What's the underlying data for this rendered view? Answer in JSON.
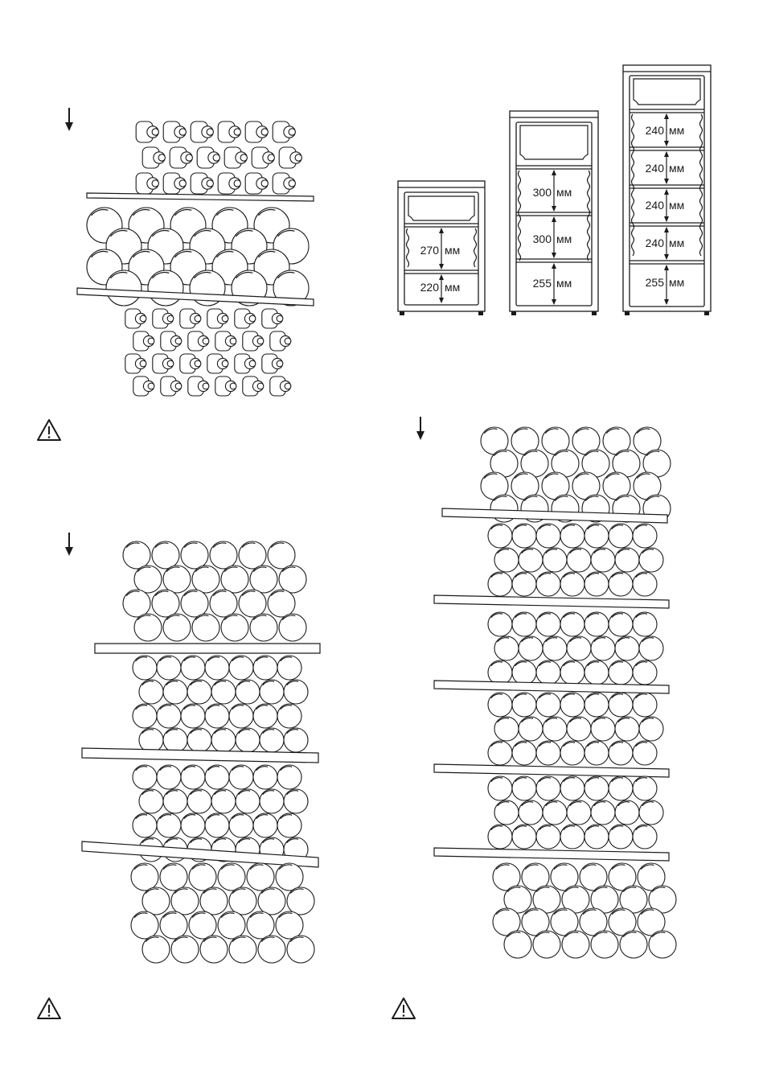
{
  "diagram": {
    "unit": "мм",
    "cabinets": [
      {
        "size": "small",
        "compartments": [
          "270",
          "220"
        ]
      },
      {
        "size": "medium",
        "compartments": [
          "300",
          "300",
          "255"
        ]
      },
      {
        "size": "large",
        "compartments": [
          "240",
          "240",
          "240",
          "240",
          "255"
        ]
      }
    ],
    "icons": {
      "arrow": "down-arrow-icon",
      "warning": "warning-triangle-icon",
      "bottle": "wine-bottle-icon"
    }
  }
}
